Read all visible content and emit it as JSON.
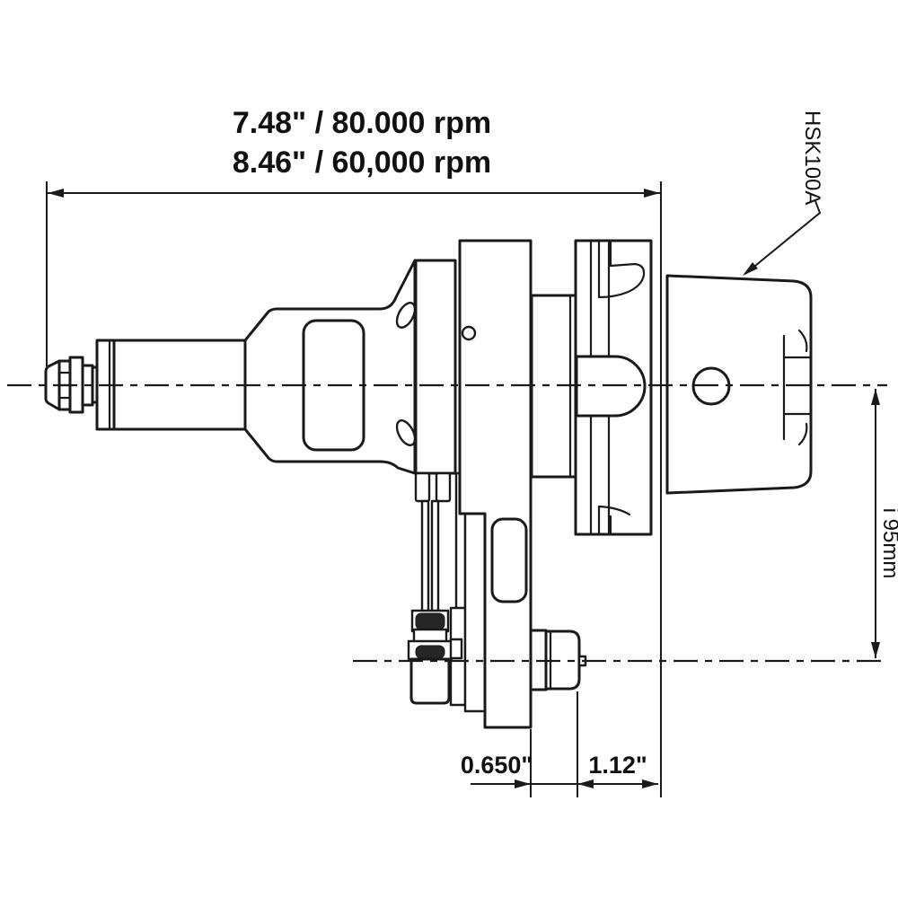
{
  "drawing": {
    "type": "technical-dimension-drawing",
    "subject": "HSK100A high-speed spindle speeder, side view",
    "labels": {
      "overall_line1": "7.48\" / 80.000 rpm",
      "overall_line2": "8.46\" / 60,000 rpm",
      "taper": "HSK100A",
      "axis_offset": "i 95mm",
      "dim_bottom_left": "0.650\"",
      "dim_bottom_right": "1.12\""
    },
    "colors": {
      "ink": "#1a1a1a",
      "background": "#ffffff",
      "band_fill": "#262626"
    }
  }
}
